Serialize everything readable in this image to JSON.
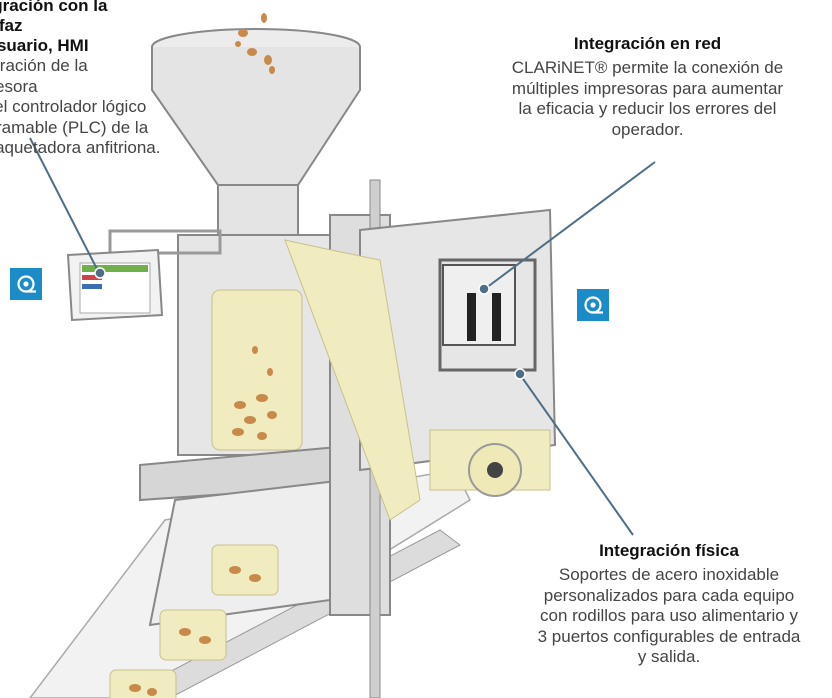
{
  "callouts": {
    "hmi": {
      "title_line1": "Integración con la interfaz",
      "title_line2": "de usuario, HMI",
      "body_lines": [
        "Integración de la impresora",
        "con el controlador lógico",
        "programable (PLC) de la",
        "empaquetadora anfitriona."
      ]
    },
    "network": {
      "title": "Integración en red",
      "body_lines": [
        "CLARiNET® permite la conexión de",
        "múltiples impresoras para aumentar",
        "la eficacia y reducir los errores del",
        "operador."
      ]
    },
    "physical": {
      "title": "Integración física",
      "body_lines": [
        "Soportes de acero inoxidable",
        "personalizados para cada equipo",
        "con rodillos para uso alimentario y",
        "3 puertos configurables de entrada",
        "y salida."
      ]
    }
  },
  "hotspots": [
    {
      "icon": "roll-icon",
      "color": "#1c8cc8"
    },
    {
      "icon": "roll-icon",
      "color": "#1c8cc8"
    }
  ],
  "colors": {
    "leader_line": "#4e6e86",
    "machine_fill": "#e6e6e6",
    "machine_stroke": "#8a8a8a",
    "film": "#f0ecc0",
    "product": "#c88a4a"
  }
}
